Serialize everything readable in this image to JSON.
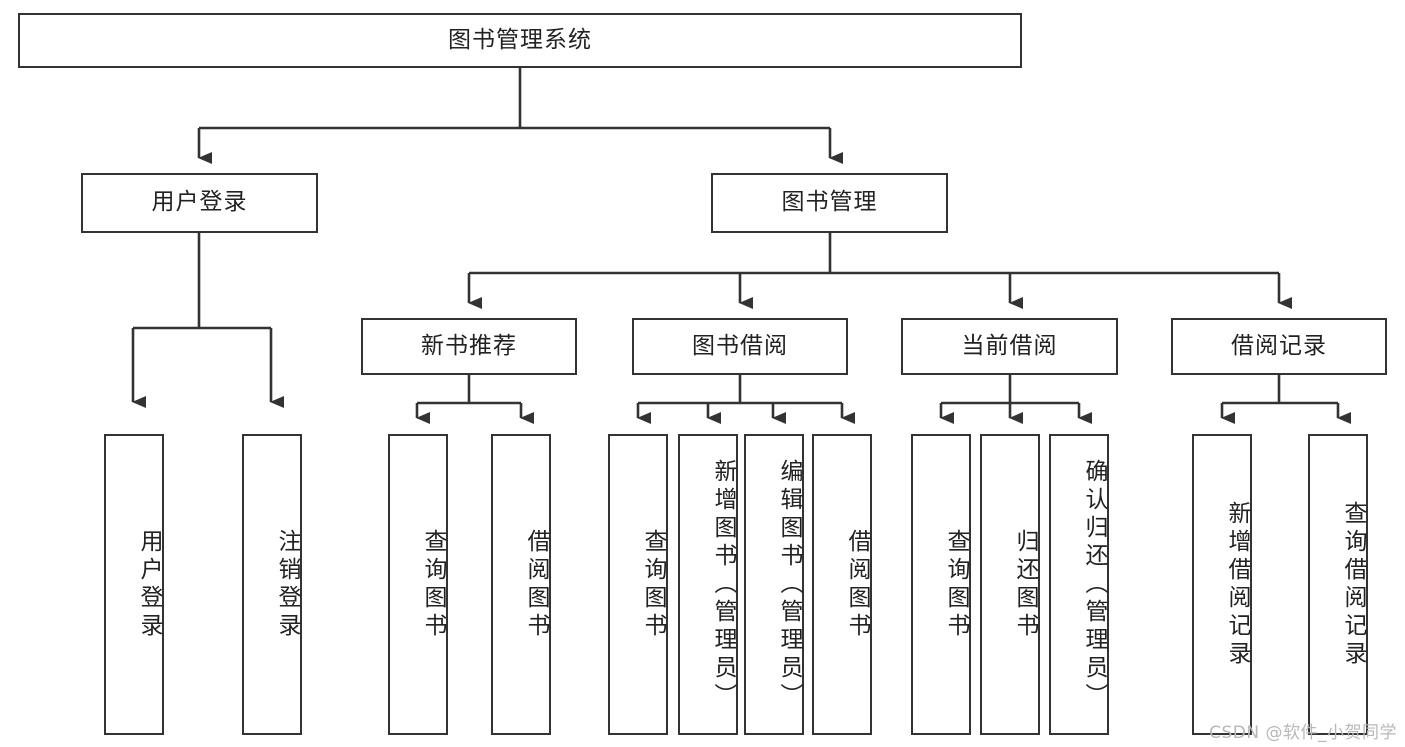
{
  "diagram": {
    "type": "tree",
    "title": "图书管理系统",
    "watermark": "CSDN @软件_小贺同学",
    "colors": {
      "background": "#ffffff",
      "box_border": "#333333",
      "box_fill": "#ffffff",
      "text": "#222222",
      "connector": "#333333",
      "watermark": "#b8b8b8"
    },
    "nodes": {
      "root": {
        "label": "图书管理系统"
      },
      "level2": [
        {
          "id": "user-login",
          "label": "用户登录"
        },
        {
          "id": "book-manage",
          "label": "图书管理"
        }
      ],
      "level3": [
        {
          "id": "new-book-recommend",
          "label": "新书推荐"
        },
        {
          "id": "book-borrow",
          "label": "图书借阅"
        },
        {
          "id": "current-borrow",
          "label": "当前借阅"
        },
        {
          "id": "borrow-record",
          "label": "借阅记录"
        }
      ],
      "leaves": {
        "user-login": [
          {
            "id": "leaf-user-login",
            "label": "用户登录"
          },
          {
            "id": "leaf-logout",
            "label": "注销登录"
          }
        ],
        "new-book-recommend": [
          {
            "id": "leaf-query-book-1",
            "label": "查询图书"
          },
          {
            "id": "leaf-borrow-book-1",
            "label": "借阅图书"
          }
        ],
        "book-borrow": [
          {
            "id": "leaf-query-book-2",
            "label": "查询图书"
          },
          {
            "id": "leaf-add-book",
            "label": "新增图书（管理员）"
          },
          {
            "id": "leaf-edit-book",
            "label": "编辑图书（管理员）"
          },
          {
            "id": "leaf-borrow-book-2",
            "label": "借阅图书"
          }
        ],
        "current-borrow": [
          {
            "id": "leaf-query-book-3",
            "label": "查询图书"
          },
          {
            "id": "leaf-return-book",
            "label": "归还图书"
          },
          {
            "id": "leaf-confirm-return",
            "label": "确认归还（管理员）"
          }
        ],
        "borrow-record": [
          {
            "id": "leaf-add-record",
            "label": "新增借阅记录"
          },
          {
            "id": "leaf-query-record",
            "label": "查询借阅记录"
          }
        ]
      }
    }
  }
}
